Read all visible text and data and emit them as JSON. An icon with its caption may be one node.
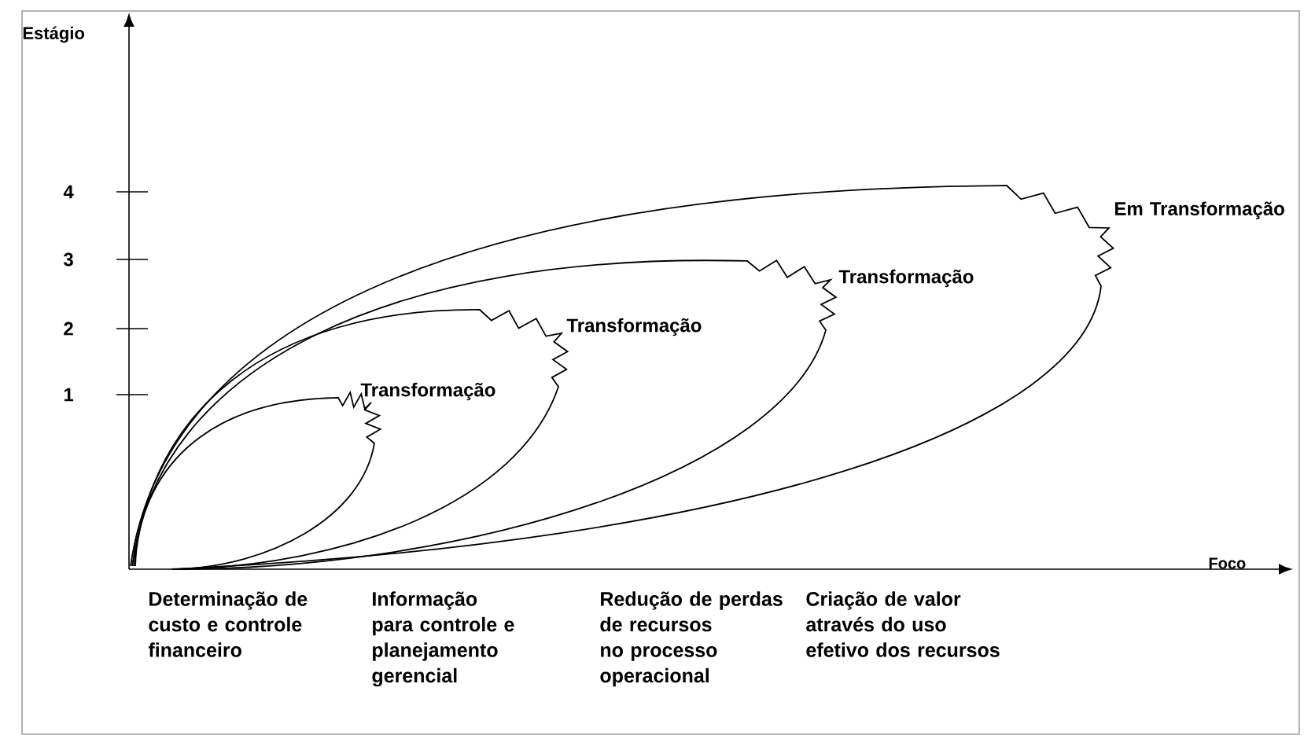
{
  "diagram": {
    "labels": [
      "Estágio",
      "4",
      "3",
      "2",
      "1",
      "Em Transformação",
      "Transformação",
      "Transformação",
      "Transformação",
      "Foco",
      "Determinação de custo e controle financeiro",
      "Informação para controle e planejamento gerencial",
      "Redução de perdas de recursos no processo operacional",
      "Criação de valor através do uso efetivo dos recursos"
    ]
  }
}
